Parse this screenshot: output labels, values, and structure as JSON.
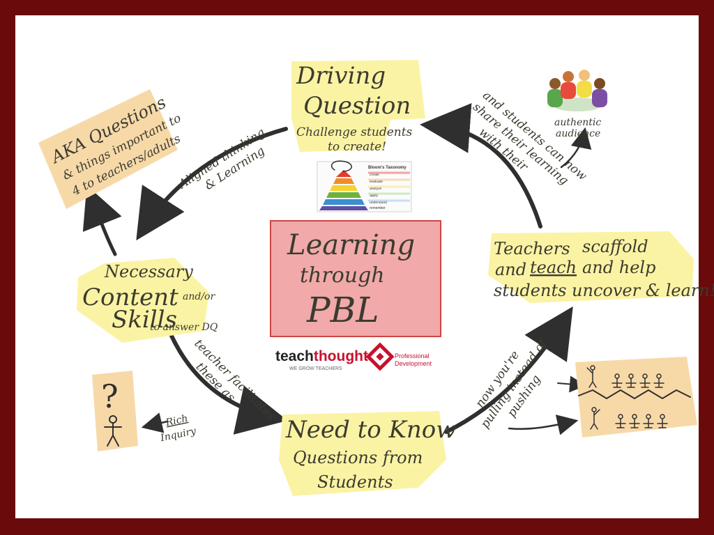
{
  "center": {
    "line1": "Learning",
    "line2": "through",
    "line3": "PBL"
  },
  "driving_question": {
    "line1": "Driving",
    "line2": "Question",
    "sub1": "Challenge students",
    "sub2": "to create!"
  },
  "aka": {
    "line1": "AKA Questions",
    "line2": "& things important to",
    "line3": "4 to teachers/adults"
  },
  "content": {
    "line1": "Necessary",
    "line2": "Content",
    "line2b": "and/or",
    "line3": "Skills",
    "line4": "to answer DQ"
  },
  "need_to_know": {
    "line1": "Need to Know",
    "line2": "Questions from",
    "line3": "Students"
  },
  "teachers": {
    "line1a": "Teachers",
    "line1b": "scaffold",
    "line2a": "and",
    "line2b": "teach",
    "line2c": "and help",
    "line3": "students uncover & learn!"
  },
  "arrows": {
    "aligned1": "Aligned thinking",
    "aligned2": "& Learning",
    "share1": "and students can now",
    "share2": "share their learning",
    "share3": "with their",
    "facilitates1": "teacher facilitates",
    "facilitates2": "these as",
    "pulling1": "now you're",
    "pulling2": "pulling instead of",
    "pulling3": "pushing",
    "rich1": "Rich",
    "rich2": "Inquiry"
  },
  "audience": {
    "line1": "authentic",
    "line2": "audience"
  },
  "bloom": {
    "title": "Bloom's Taxonomy",
    "levels": [
      "create",
      "evaluate",
      "analyze",
      "apply",
      "understand",
      "remember"
    ]
  },
  "logo": {
    "teach": "teach",
    "thought": "thought",
    "tagline": "WE GROW TEACHERS",
    "pd1": "Professional",
    "pd2": "Development"
  },
  "colors": {
    "frame": "#6b0a0a",
    "highlight_yellow": "#fbf3a4",
    "highlight_orange": "#f7d9a8",
    "center_box": "#f1a9a9",
    "logo_red": "#c8102e"
  }
}
